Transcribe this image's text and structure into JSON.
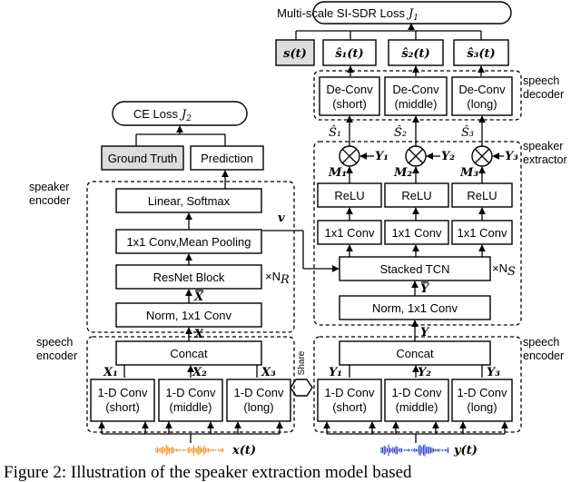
{
  "losses": {
    "multi_scale": "Multi-scale SI-SDR Loss",
    "multi_scale_sym": "J",
    "multi_scale_sub": "1",
    "ce": "CE Loss",
    "ce_sym": "J",
    "ce_sub": "2"
  },
  "outputs": {
    "ref": "s(t)",
    "s1": "ŝ₁(t)",
    "s2": "ŝ₂(t)",
    "s3": "ŝ₃(t)"
  },
  "speech_decoder": {
    "label_line1": "speech",
    "label_line2": "decoder",
    "blocks": [
      {
        "line1": "De-Conv",
        "line2": "(short)"
      },
      {
        "line1": "De-Conv",
        "line2": "(middle)"
      },
      {
        "line1": "De-Conv",
        "line2": "(long)"
      }
    ]
  },
  "speaker_extractor": {
    "label_line1": "speaker",
    "label_line2": "extractor",
    "relu": "ReLU",
    "conv": "1x1 Conv",
    "tcn": "Stacked TCN",
    "tcn_repeat": "×N",
    "tcn_repeat_sub": "S",
    "norm": "Norm, 1x1 Conv",
    "mask_syms": [
      "M₁",
      "M₂",
      "M₃"
    ],
    "est_syms": [
      "Ŝ₁",
      "Ŝ₂",
      "Ŝ₃"
    ],
    "enc_syms": [
      "Y₁",
      "Y₂",
      "Y₃"
    ],
    "y_sym": "Y",
    "ybar_sym": "Y",
    "multiply": "⊗"
  },
  "speaker_encoder": {
    "label_line1": "speaker",
    "label_line2": "encoder",
    "ground_truth": "Ground Truth",
    "prediction": "Prediction",
    "linear": "Linear, Softmax",
    "pool": "1x1 Conv,Mean Pooling",
    "resnet": "ResNet Block",
    "resnet_repeat": "×N",
    "resnet_repeat_sub": "R",
    "norm": "Norm, 1x1 Conv",
    "v_sym": "v",
    "x_sym": "X",
    "xbar_sym": "X"
  },
  "speech_encoder": {
    "label_line1": "speech",
    "label_line2": "encoder",
    "concat": "Concat",
    "convs": [
      {
        "line1": "1-D Conv",
        "line2": "(short)"
      },
      {
        "line1": "1-D Conv",
        "line2": "(middle)"
      },
      {
        "line1": "1-D Conv",
        "line2": "(long)"
      }
    ],
    "x_syms": [
      "X₁",
      "X₂",
      "X₃"
    ],
    "share": "Share"
  },
  "inputs": {
    "left": "x(t)",
    "right": "y(t)",
    "left_color": "#f28c1c",
    "right_color": "#2233cc"
  },
  "caption": "Figure 2:  Illustration  of  the  speaker  extraction  model  based"
}
